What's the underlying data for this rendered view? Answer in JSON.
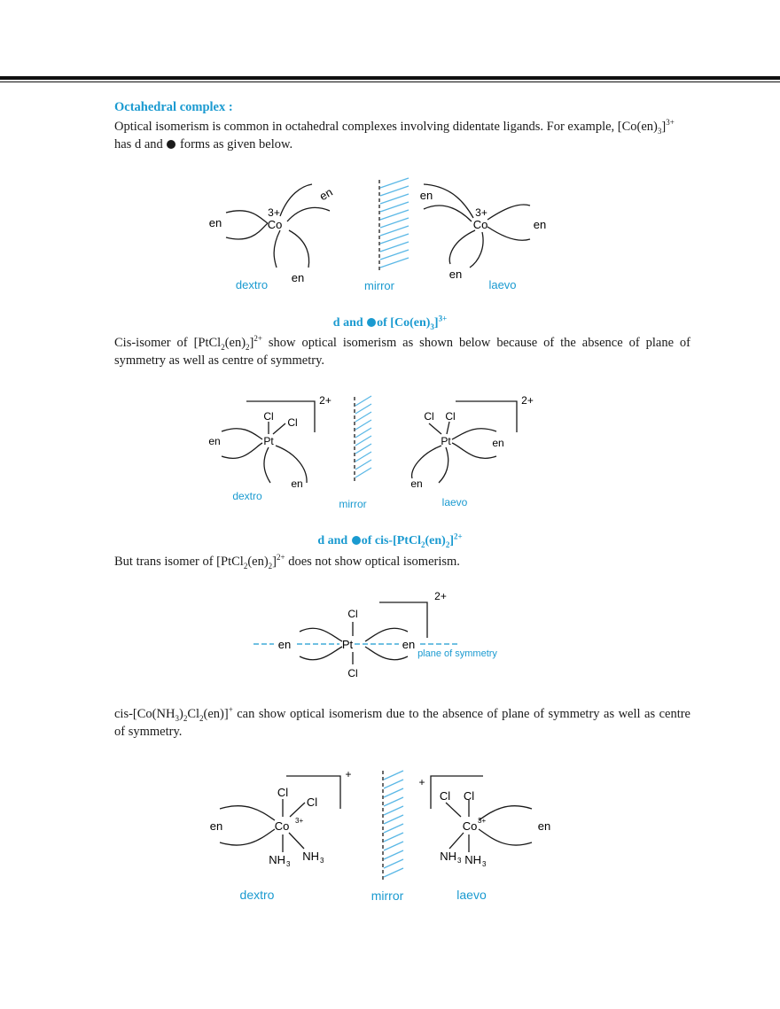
{
  "heading": "Octahedral complex :",
  "p1": {
    "a": "Optical isomerism is common in octahedral complexes involving didentate ligands. For example, [Co(en)",
    "b": "]",
    "c": "has d and",
    "d": "forms as given below.",
    "sub": "3",
    "sup": "3+"
  },
  "fig1": {
    "ligand": "en",
    "metal": "Co",
    "charge": "3+",
    "dextro": "dextro",
    "mirror": "mirror",
    "laevo": "laevo"
  },
  "cap1": {
    "a": "d and",
    "b": "of [Co(en)",
    "c": "]",
    "sub": "3",
    "sup": "3+"
  },
  "p2": {
    "a": "Cis-isomer of [PtCl",
    "b": "(en)",
    "c": "]",
    "d": "show optical isomerism as shown below because of the absence of plane of symmetry as well as centre of symmetry.",
    "sub1": "2",
    "sub2": "2",
    "sup": "2+"
  },
  "fig2": {
    "metal": "Pt",
    "cl": "Cl",
    "ligand": "en",
    "charge": "2+",
    "dextro": "dextro",
    "mirror": "mirror",
    "laevo": "laevo"
  },
  "cap2": {
    "a": "d and",
    "b": "of cis-[PtCl",
    "c": "(en)",
    "d": "]",
    "sub1": "2",
    "sub2": "2",
    "sup": "2+"
  },
  "p3": {
    "a": "But trans isomer of [PtCl",
    "b": "(en)",
    "c": "]",
    "d": "does not show optical isomerism.",
    "sub1": "2",
    "sub2": "2",
    "sup": "2+"
  },
  "fig3": {
    "metal": "Pt",
    "cl": "Cl",
    "ligand": "en",
    "charge": "2+",
    "plane": "plane of symmetry"
  },
  "p4": {
    "a": "cis-[Co(NH",
    "b": ")",
    "c": "Cl",
    "d": "(en)]",
    "e": "can show optical isomerism due to the absence of plane of symmetry as well as centre of symmetry.",
    "sub1": "3",
    "sub2": "2",
    "sub3": "2",
    "sup": "+"
  },
  "fig4": {
    "metal": "Co",
    "metal_charge": "3+",
    "cl": "Cl",
    "nh": "NH",
    "nh_sub": "3",
    "ligand": "en",
    "charge": "+",
    "dextro": "dextro",
    "mirror": "mirror",
    "laevo": "laevo"
  },
  "colors": {
    "accent": "#1a9ad0",
    "text": "#1a1a1a",
    "mirror_hatch": "#5bb8e6"
  }
}
